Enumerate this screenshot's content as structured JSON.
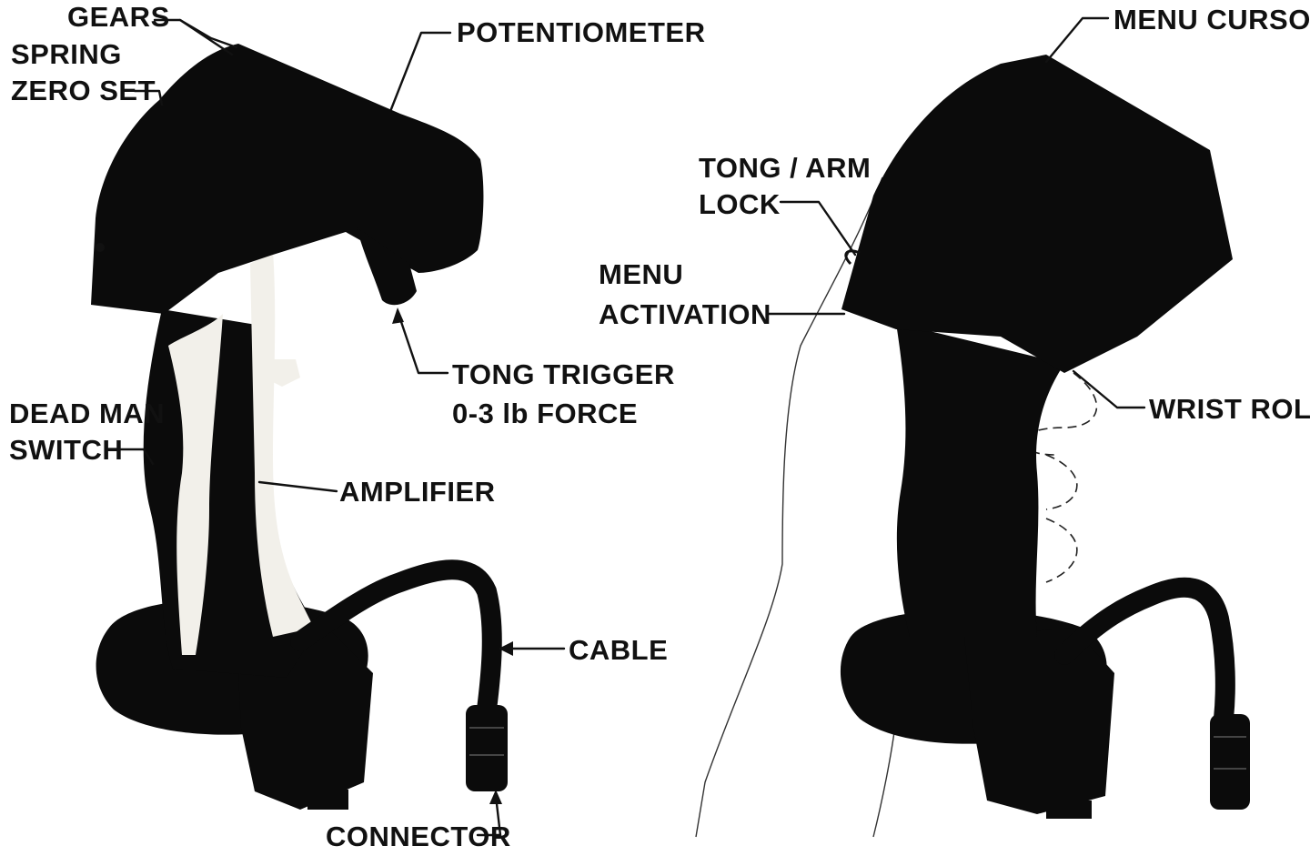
{
  "left_device": {
    "labels": {
      "gears": "GEARS",
      "spring_line1": "SPRING",
      "spring_line2": "ZERO SET",
      "potentiometer": "POTENTIOMETER",
      "tong_trigger_line1": "TONG TRIGGER",
      "tong_trigger_line2": "0-3 lb FORCE",
      "dead_man_line1": "DEAD MAN",
      "dead_man_line2": "SWITCH",
      "amplifier": "AMPLIFIER",
      "cable": "CABLE",
      "connector": "CONNECTOR"
    }
  },
  "right_device": {
    "labels": {
      "menu_cursor": "MENU CURSOR",
      "tong_arm_line1": "TONG / ARM",
      "tong_arm_line2": "LOCK",
      "menu_activation_line1": "MENU",
      "menu_activation_line2": "ACTIVATION",
      "wrist_roll": "WRIST ROLL"
    }
  }
}
